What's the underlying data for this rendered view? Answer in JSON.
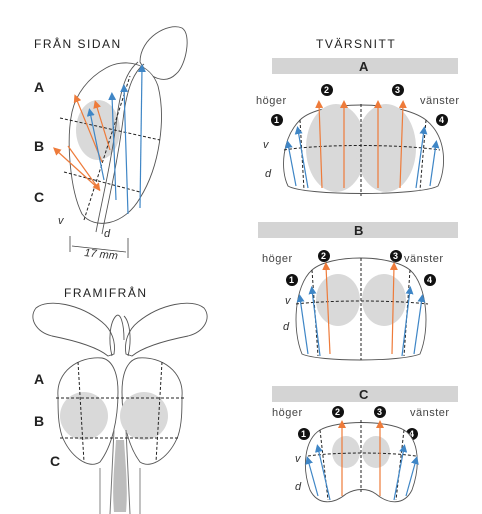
{
  "left": {
    "side_title": "FRÅN SIDAN",
    "front_title": "FRAMIFRÅN",
    "zones": [
      "A",
      "B",
      "C"
    ],
    "v": "v",
    "d": "d",
    "measure": "17 mm"
  },
  "right": {
    "title": "TVÄRSNITT",
    "sections": [
      {
        "label": "A",
        "left": "höger",
        "right": "vänster",
        "v": "v",
        "d": "d"
      },
      {
        "label": "B",
        "left": "höger",
        "right": "vänster",
        "v": "v",
        "d": "d"
      },
      {
        "label": "C",
        "left": "höger",
        "right": "vänster",
        "v": "v",
        "d": "d"
      }
    ],
    "markers": [
      "1",
      "2",
      "3",
      "4"
    ]
  },
  "colors": {
    "orange": "#ee7b3a",
    "blue": "#3f86c6",
    "gray": "#d9d9d9",
    "bar": "#d4d4d4",
    "line": "#333333"
  }
}
